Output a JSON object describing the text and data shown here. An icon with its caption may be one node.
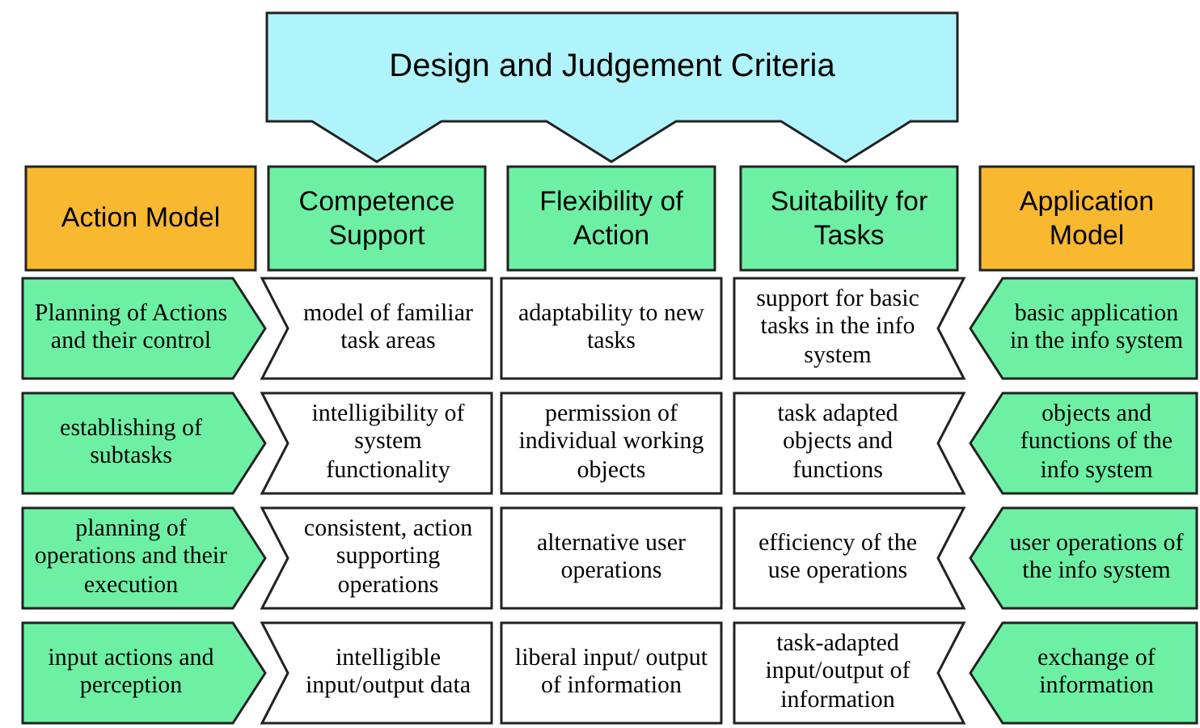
{
  "diagram": {
    "nodes": [
      {
        "text": [
          "Design and Judgement Criteria"
        ]
      },
      {
        "text": [
          "Action Model"
        ]
      },
      {
        "text": [
          "Competence Support"
        ]
      },
      {
        "text": [
          "Flexibility of Action"
        ]
      },
      {
        "text": [
          "Suitability for Tasks"
        ]
      },
      {
        "text": [
          "Application Model"
        ]
      },
      {
        "text": [
          "Planning of Actions and their control"
        ]
      },
      {
        "text": [
          "model of familiar task areas"
        ]
      },
      {
        "text": [
          "adaptability to new tasks"
        ]
      },
      {
        "text": [
          "support for basic tasks in the info system"
        ]
      },
      {
        "text": [
          "basic application in the info system"
        ]
      },
      {
        "text": [
          "establishing of subtasks"
        ]
      },
      {
        "text": [
          "intelligibility of system functionality"
        ]
      },
      {
        "text": [
          "permission of individual working objects"
        ]
      },
      {
        "text": [
          "task adapted objects and functions"
        ]
      },
      {
        "text": [
          "objects and functions of the info system"
        ]
      },
      {
        "text": [
          "planning of operations and their execution"
        ]
      },
      {
        "text": [
          "consistent, action supporting operations"
        ]
      },
      {
        "text": [
          "alternative user operations"
        ]
      },
      {
        "text": [
          "efficiency of the use operations"
        ]
      },
      {
        "text": [
          "user operations of the info system"
        ]
      },
      {
        "text": [
          "input actions and perception"
        ]
      },
      {
        "text": [
          "intelligible input/output data"
        ]
      },
      {
        "text": [
          "liberal input/ output of information"
        ]
      },
      {
        "text": [
          "task-adapted input/output of information"
        ]
      },
      {
        "text": [
          "exchange of information"
        ]
      }
    ],
    "edges": []
  }
}
